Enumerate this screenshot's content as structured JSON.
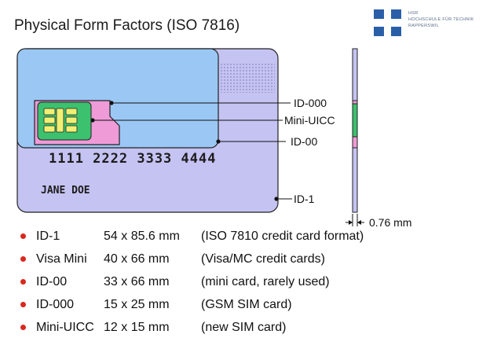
{
  "title": "Physical Form Factors  (ISO 7816)",
  "logo": {
    "line1": "HSR",
    "line2": "HOCHSCHULE FÜR TECHNIK",
    "line3": "RAPPERSWIL",
    "color": "#2a5fa8"
  },
  "card": {
    "number": "1111 2222 3333 4444",
    "holder": "JANE DOE",
    "colors": {
      "id1": "#c5c3f2",
      "id00": "#9bc7f5",
      "minicard": "#ee9bd7",
      "chip": "#3cc16f",
      "contacts": "#f2ef72"
    }
  },
  "labels": {
    "id000": "ID-000",
    "mini_uicc": "Mini-UICC",
    "id00": "ID-00",
    "id1": "ID-1",
    "thickness": "0.76 mm"
  },
  "form_factors": [
    {
      "name": "ID-1",
      "size": "54 x 85.6 mm",
      "description": "(ISO 7810 credit card format)"
    },
    {
      "name": "Visa Mini",
      "size": "40 x 66 mm",
      "description": "(Visa/MC credit cards)"
    },
    {
      "name": "ID-00",
      "size": "33 x 66 mm",
      "description": "(mini card, rarely used)"
    },
    {
      "name": "ID-000",
      "size": "15 x 25 mm",
      "description": "(GSM SIM card)"
    },
    {
      "name": "Mini-UICC",
      "size": "12 x 15 mm",
      "description": "(new SIM card)"
    }
  ]
}
